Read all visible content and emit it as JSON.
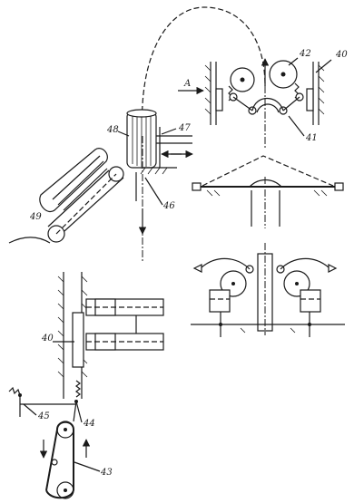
{
  "labels": {
    "l40_top": "40",
    "l42": "42",
    "l41": "41",
    "lA": "A",
    "l48": "48",
    "l47": "47",
    "l46": "46",
    "l49": "49",
    "l40_mid": "40",
    "l45": "45",
    "l44": "44",
    "l43": "43"
  }
}
